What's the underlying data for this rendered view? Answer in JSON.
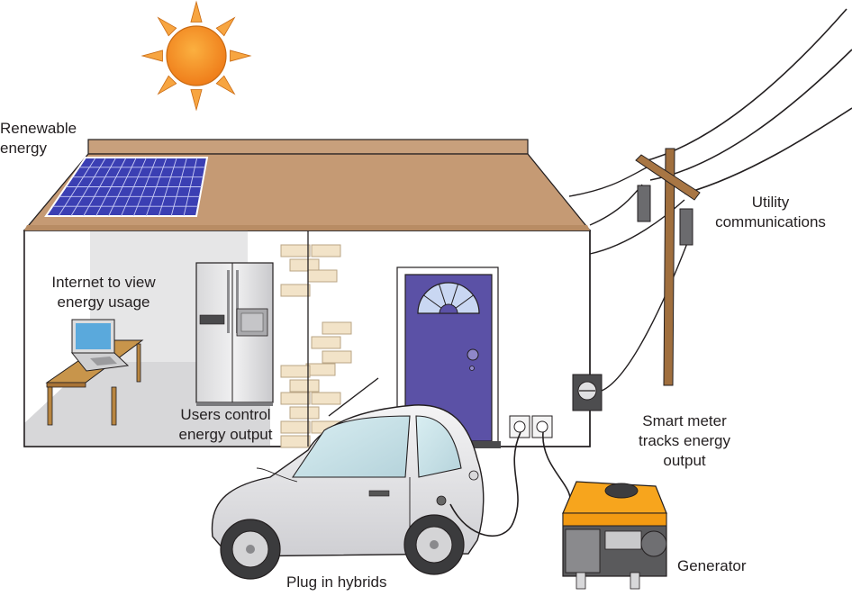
{
  "labels": {
    "renewable": "Renewable\nenergy",
    "internet": "Internet to view\nenergy usage",
    "users_control": "Users control\nenergy output",
    "utility": "Utility\ncommunications",
    "smart_meter": "Smart meter\ntracks energy\noutput",
    "generator": "Generator",
    "hybrids": "Plug in hybrids"
  },
  "colors": {
    "sun": "#f6921e",
    "sun_ray": "#f7a541",
    "roof": "#c59a74",
    "roof_edge": "#b58a62",
    "wall": "#ffffff",
    "interior": "#e3e3e3",
    "solar_panel": "#3b3fb3",
    "door": "#5b51a6",
    "brick": "#f2e3c8",
    "pole": "#9a6a3a",
    "car_body": "#e8e8ea",
    "generator_orange": "#f7a51d",
    "laptop_screen": "#5aa9dc",
    "table_wood": "#b88540",
    "outline": "#231f20"
  },
  "icons": [
    "sun-icon",
    "solar-panel-icon",
    "laptop-icon",
    "refrigerator-icon",
    "door-icon",
    "outlet-icon",
    "smart-meter-icon",
    "utility-pole-icon",
    "car-icon",
    "generator-icon"
  ]
}
